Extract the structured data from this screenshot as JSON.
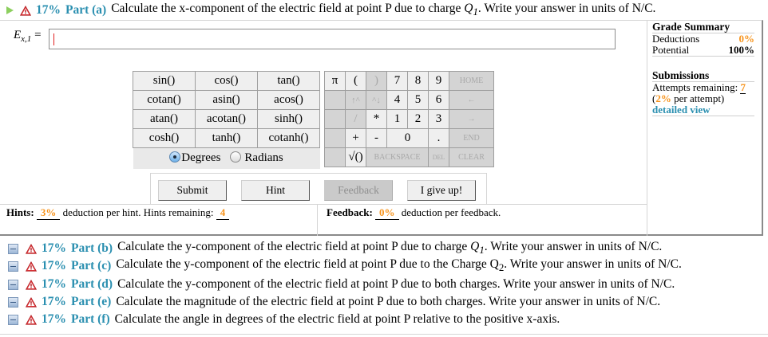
{
  "part_a": {
    "icon": "play-icon",
    "warning_icon": "warning-icon",
    "percent": "17%",
    "label": "Part (a)",
    "question_pre": "Calculate the x-component of the electric field at point P due to charge ",
    "question_var": "Q",
    "question_var_sub": "1",
    "question_post": ". Write your answer in units of N/C.",
    "answer_label_var": "E",
    "answer_label_sub": "x,1",
    "answer_label_eq": " =",
    "answer_value": ""
  },
  "grade_summary": {
    "title": "Grade Summary",
    "deductions_label": "Deductions",
    "deductions_value": "0%",
    "potential_label": "Potential",
    "potential_value": "100%"
  },
  "submissions": {
    "title": "Submissions",
    "attempts_label": "Attempts remaining: ",
    "attempts_value": "7",
    "per_attempt_open": "(",
    "per_attempt_value": "2%",
    "per_attempt_close": " per attempt)",
    "detailed_view": "detailed view"
  },
  "calculator": {
    "functions": [
      [
        "sin()",
        "cos()",
        "tan()"
      ],
      [
        "cotan()",
        "asin()",
        "acos()"
      ],
      [
        "atan()",
        "acotan()",
        "sinh()"
      ],
      [
        "cosh()",
        "tanh()",
        "cotanh()"
      ]
    ],
    "angle_mode": {
      "degrees": "Degrees",
      "radians": "Radians",
      "selected": "Degrees"
    },
    "keys": {
      "pi": "π",
      "lparen": "(",
      "rparen": ")",
      "k7": "7",
      "k8": "8",
      "k9": "9",
      "home": "HOME",
      "up": "↑^",
      "down": "^↓",
      "k4": "4",
      "k5": "5",
      "k6": "6",
      "left": "←",
      "divide": "/",
      "multiply": "*",
      "k1": "1",
      "k2": "2",
      "k3": "3",
      "right": "→",
      "plus": "+",
      "minus": "-",
      "k0": "0",
      "dot": ".",
      "end": "END",
      "sqrt": "√()",
      "backspace": "BACKSPACE",
      "del": "DEL",
      "clear": "CLEAR"
    }
  },
  "buttons": {
    "submit": "Submit",
    "hint": "Hint",
    "feedback": "Feedback",
    "give_up": "I give up!"
  },
  "hints": {
    "label": "Hints:",
    "deduction": "3%",
    "text": " deduction per hint. Hints remaining: ",
    "remaining": "4"
  },
  "feedback": {
    "label": "Feedback:",
    "deduction": "0%",
    "text": " deduction per feedback."
  },
  "other_parts": [
    {
      "percent": "17%",
      "label": "Part (b)",
      "pre": "Calculate the y-component of the electric field at point P due to charge ",
      "var": "Q",
      "sub": "1",
      "post": ". Write your answer in units of N/C.",
      "italic": true
    },
    {
      "percent": "17%",
      "label": "Part (c)",
      "pre": "Calculate the y-component of the electric field at point P due to the Charge ",
      "var": "Q",
      "sub": "2",
      "post": ". Write your answer in units of N/C.",
      "italic": false
    },
    {
      "percent": "17%",
      "label": "Part (d)",
      "pre": "Calculate the y-component of the electric field at point P due to both charges. Write your answer in units of N/C.",
      "var": "",
      "sub": "",
      "post": "",
      "italic": false
    },
    {
      "percent": "17%",
      "label": "Part (e)",
      "pre": "Calculate the magnitude of the electric field at point P due to both charges. Write your answer in units of N/C.",
      "var": "",
      "sub": "",
      "post": "",
      "italic": false
    },
    {
      "percent": "17%",
      "label": "Part (f)",
      "pre": "Calculate the angle in degrees of the electric field at point P relative to the positive x-axis.",
      "var": "",
      "sub": "",
      "post": "",
      "italic": false
    }
  ],
  "colors": {
    "accent_teal": "#2a8fb0",
    "highlight_orange": "#f7941d",
    "warning_red": "#d9262c",
    "play_green": "#8ccf5e"
  }
}
